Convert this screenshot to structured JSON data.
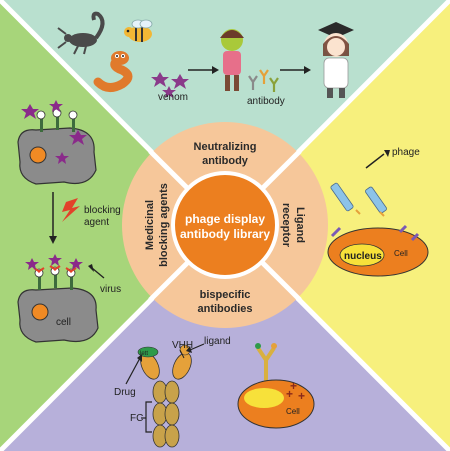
{
  "center": {
    "line1": "phage display",
    "line2": "antibody library"
  },
  "ring": {
    "top_line1": "Neutralizing",
    "top_line2": "antibody",
    "right_line1": "Ligand",
    "right_line2": "receptor",
    "bottom_line1": "bispecific",
    "bottom_line2": "antibodies",
    "left_line1": "Medicinal",
    "left_line2": "blocking agents"
  },
  "top_panel": {
    "venom_label": "venom",
    "antibody_label": "antibody"
  },
  "left_panel": {
    "blocking_line1": "blocking",
    "blocking_line2": "agent",
    "virus_label": "virus",
    "cell_label": "cell"
  },
  "right_panel": {
    "phage_label": "phage",
    "nucleus_label": "nucleus",
    "cell_label": "Cell"
  },
  "bottom_panel": {
    "vhh_label": "VHH",
    "ligand_label": "ligand",
    "drug_label": "Drug",
    "fc_label": "FC",
    "cell_label": "Cell",
    "lett_label": "lett"
  },
  "colors": {
    "top": "#b9e0cf",
    "right": "#f7f07d",
    "bottom": "#b7b0da",
    "left": "#a7d57a",
    "ring": "#f6c79a",
    "core": "#ec7f1f"
  }
}
